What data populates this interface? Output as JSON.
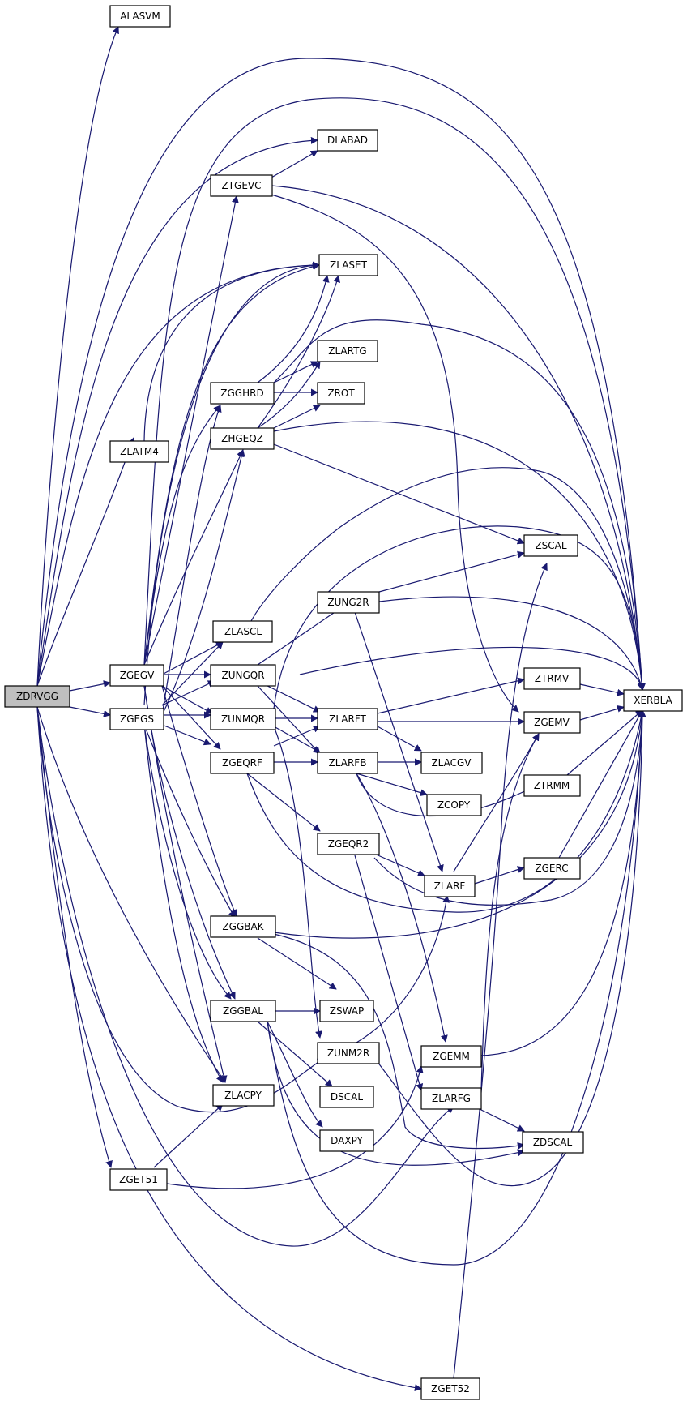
{
  "colors": {
    "edge": "#191970",
    "root_fill": "#bfbfbf",
    "node_fill": "#ffffff",
    "node_border": "#000000"
  },
  "nodes": [
    {
      "id": "ZDRVGG",
      "label": "ZDRVGG",
      "root": true
    },
    {
      "id": "ALASVM",
      "label": "ALASVM"
    },
    {
      "id": "DLABAD",
      "label": "DLABAD"
    },
    {
      "id": "ZTGEVC",
      "label": "ZTGEVC"
    },
    {
      "id": "ZLASET",
      "label": "ZLASET"
    },
    {
      "id": "ZLARTG",
      "label": "ZLARTG"
    },
    {
      "id": "ZGGHRD",
      "label": "ZGGHRD"
    },
    {
      "id": "ZROT",
      "label": "ZROT"
    },
    {
      "id": "ZHGEQZ",
      "label": "ZHGEQZ"
    },
    {
      "id": "ZLATM4",
      "label": "ZLATM4"
    },
    {
      "id": "ZSCAL",
      "label": "ZSCAL"
    },
    {
      "id": "ZUNG2R",
      "label": "ZUNG2R"
    },
    {
      "id": "ZLASCL",
      "label": "ZLASCL"
    },
    {
      "id": "ZGEGV",
      "label": "ZGEGV"
    },
    {
      "id": "ZUNGQR",
      "label": "ZUNGQR"
    },
    {
      "id": "ZTRMV",
      "label": "ZTRMV"
    },
    {
      "id": "XERBLA",
      "label": "XERBLA"
    },
    {
      "id": "ZGEGS",
      "label": "ZGEGS"
    },
    {
      "id": "ZUNMQR",
      "label": "ZUNMQR"
    },
    {
      "id": "ZLARFT",
      "label": "ZLARFT"
    },
    {
      "id": "ZGEMV",
      "label": "ZGEMV"
    },
    {
      "id": "ZGEQRF",
      "label": "ZGEQRF"
    },
    {
      "id": "ZLARFB",
      "label": "ZLARFB"
    },
    {
      "id": "ZLACGV",
      "label": "ZLACGV"
    },
    {
      "id": "ZTRMM",
      "label": "ZTRMM"
    },
    {
      "id": "ZCOPY",
      "label": "ZCOPY"
    },
    {
      "id": "ZGEQR2",
      "label": "ZGEQR2"
    },
    {
      "id": "ZGERC",
      "label": "ZGERC"
    },
    {
      "id": "ZLARF",
      "label": "ZLARF"
    },
    {
      "id": "ZGGBAK",
      "label": "ZGGBAK"
    },
    {
      "id": "ZSWAP",
      "label": "ZSWAP"
    },
    {
      "id": "ZGGBAL",
      "label": "ZGGBAL"
    },
    {
      "id": "ZUNM2R",
      "label": "ZUNM2R"
    },
    {
      "id": "ZGEMM",
      "label": "ZGEMM"
    },
    {
      "id": "ZLACPY",
      "label": "ZLACPY"
    },
    {
      "id": "DSCAL",
      "label": "DSCAL"
    },
    {
      "id": "ZLARFG",
      "label": "ZLARFG"
    },
    {
      "id": "DAXPY",
      "label": "DAXPY"
    },
    {
      "id": "ZDSCAL",
      "label": "ZDSCAL"
    },
    {
      "id": "ZGET51",
      "label": "ZGET51"
    },
    {
      "id": "ZGET52",
      "label": "ZGET52"
    }
  ]
}
